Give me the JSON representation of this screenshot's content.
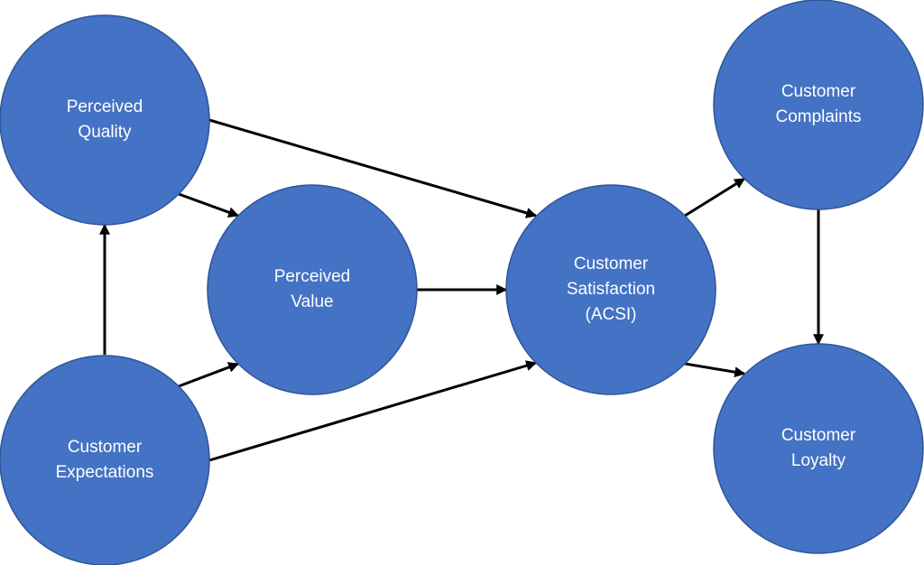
{
  "colors": {
    "node_fill": "#4472c4",
    "node_stroke": "#2f5597",
    "node_text": "#ffffff",
    "edge": "#000000",
    "background": "#ffffff"
  },
  "nodes": [
    {
      "id": "perceived-quality",
      "lines": [
        "Perceived",
        "Quality"
      ]
    },
    {
      "id": "perceived-value",
      "lines": [
        "Perceived",
        "Value"
      ]
    },
    {
      "id": "customer-expectations",
      "lines": [
        "Customer",
        "Expectations"
      ]
    },
    {
      "id": "customer-satisfaction",
      "lines": [
        "Customer",
        "Satisfaction",
        "(ACSI)"
      ]
    },
    {
      "id": "customer-complaints",
      "lines": [
        "Customer",
        "Complaints"
      ]
    },
    {
      "id": "customer-loyalty",
      "lines": [
        "Customer",
        "Loyalty"
      ]
    }
  ],
  "edges": [
    {
      "from": "customer-expectations",
      "to": "perceived-quality"
    },
    {
      "from": "customer-expectations",
      "to": "perceived-value"
    },
    {
      "from": "customer-expectations",
      "to": "customer-satisfaction"
    },
    {
      "from": "perceived-quality",
      "to": "perceived-value"
    },
    {
      "from": "perceived-quality",
      "to": "customer-satisfaction"
    },
    {
      "from": "perceived-value",
      "to": "customer-satisfaction"
    },
    {
      "from": "customer-satisfaction",
      "to": "customer-complaints"
    },
    {
      "from": "customer-satisfaction",
      "to": "customer-loyalty"
    },
    {
      "from": "customer-complaints",
      "to": "customer-loyalty"
    }
  ]
}
